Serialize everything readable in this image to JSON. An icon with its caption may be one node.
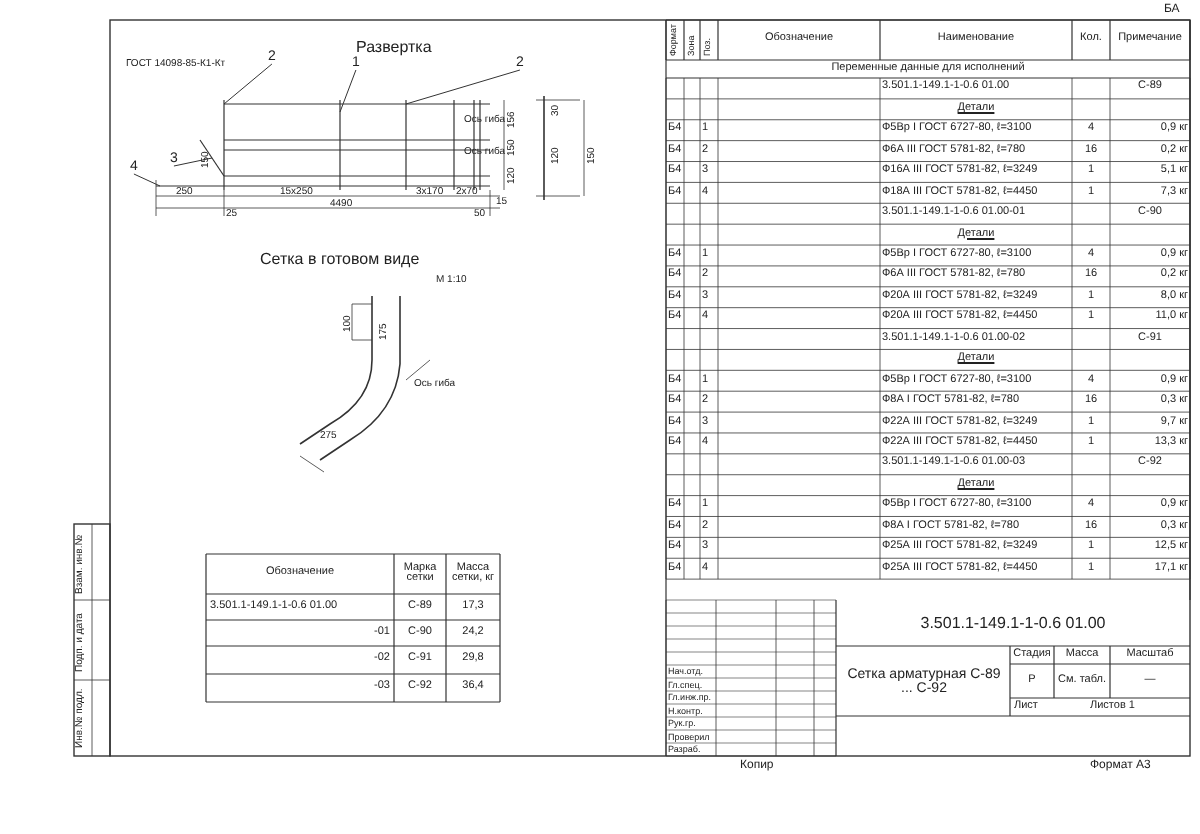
{
  "diagram": {
    "nodes": [
      {
        "text": [
          "2"
        ]
      },
      {
        "text": [
          "1"
        ]
      },
      {
        "text": [
          "2"
        ]
      },
      {
        "text": [
          "3"
        ]
      },
      {
        "text": [
          "4"
        ]
      },
      {
        "text": [],
        "shape": "bar"
      },
      {
        "text": [],
        "shape": "bar"
      },
      {
        "text": [],
        "shape": "bar"
      },
      {
        "text": [],
        "shape": "bar"
      },
      {
        "text": [],
        "shape": "bar"
      }
    ],
    "edges": [
      {
        "from": 0,
        "to": 5,
        "arrow": "none"
      },
      {
        "from": 1,
        "to": 6,
        "arrow": "none"
      },
      {
        "from": 2,
        "to": 7,
        "arrow": "none"
      },
      {
        "from": 3,
        "to": 8,
        "arrow": "none"
      },
      {
        "from": 4,
        "to": 9,
        "arrow": "none"
      }
    ],
    "labels": [
      "Развертка",
      "ГОСТ 14098-85-К1-Кт",
      "250",
      "15х250",
      "3х170",
      "2х70",
      "4490",
      "25",
      "50",
      "15",
      "150",
      "156",
      "150",
      "120",
      "Ось гиба",
      "Ось гиба",
      "30",
      "120",
      "150",
      "Сетка в готовом виде",
      "М 1:10",
      "100",
      "175",
      "275",
      "Ось гиба",
      "Обозначение",
      "Марка сетки",
      "Масса сетки, кг",
      "3.501.1-149.1-1-0.6 01.00",
      "С-89",
      "17,3",
      "-01",
      "С-90",
      "24,2",
      "-02",
      "С-91",
      "29,8",
      "-03",
      "С-92",
      "36,4",
      "Формат",
      "Зона",
      "Поз.",
      "Обозначение",
      "Наименование",
      "Кол.",
      "Примечание",
      "Переменные данные для исполнений",
      "3.501.1-149.1-1-0.6 01.00",
      "С-89",
      "Детали",
      "Б4",
      "1",
      "Ф5Вр I ГОСТ 6727-80, ℓ=3100",
      "4",
      "0,9 кг",
      "Б4",
      "2",
      "Ф6А III ГОСТ 5781-82, ℓ=780",
      "16",
      "0,2 кг",
      "Б4",
      "3",
      "Ф16А III ГОСТ 5781-82, ℓ=3249",
      "1",
      "5,1 кг",
      "Б4",
      "4",
      "Ф18А III ГОСТ 5781-82, ℓ=4450",
      "1",
      "7,3 кг",
      "3.501.1-149.1-1-0.6 01.00-01",
      "С-90",
      "Детали",
      "Б4",
      "1",
      "Ф5Вр I ГОСТ 6727-80, ℓ=3100",
      "4",
      "0,9 кг",
      "Б4",
      "2",
      "Ф6А III ГОСТ 5781-82, ℓ=780",
      "16",
      "0,2 кг",
      "Б4",
      "3",
      "Ф20А III ГОСТ 5781-82, ℓ=3249",
      "1",
      "8,0 кг",
      "Б4",
      "4",
      "Ф20А III ГОСТ 5781-82, ℓ=4450",
      "1",
      "11,0 кг",
      "3.501.1-149.1-1-0.6 01.00-02",
      "С-91",
      "Детали",
      "Б4",
      "1",
      "Ф5Вр I ГОСТ 6727-80, ℓ=3100",
      "4",
      "0,9 кг",
      "Б4",
      "2",
      "Ф8А I ГОСТ 5781-82, ℓ=780",
      "16",
      "0,3 кг",
      "Б4",
      "3",
      "Ф22А III ГОСТ 5781-82, ℓ=3249",
      "1",
      "9,7 кг",
      "Б4",
      "4",
      "Ф22А III ГОСТ 5781-82, ℓ=4450",
      "1",
      "13,3 кг",
      "3.501.1-149.1-1-0.6 01.00-03",
      "С-92",
      "Детали",
      "Б4",
      "1",
      "Ф5Вр I ГОСТ 6727-80, ℓ=3100",
      "4",
      "0,9 кг",
      "Б4",
      "2",
      "Ф8А I ГОСТ 5781-82, ℓ=780",
      "16",
      "0,3 кг",
      "Б4",
      "3",
      "Ф25А III ГОСТ 5781-82, ℓ=3249",
      "1",
      "12,5 кг",
      "Б4",
      "4",
      "Ф25А III ГОСТ 5781-82, ℓ=4450",
      "1",
      "17,1 кг",
      "3.501.1-149.1-1-0.6 01.00",
      "Нач.отд.",
      "Гл.спец.",
      "Гл.инж.пр.",
      "Н.контр.",
      "Рук.гр.",
      "Проверил",
      "Разраб.",
      "Сетка арматурная С-89 ... С-92",
      "Стадия",
      "Масса",
      "Масштаб",
      "Р",
      "См. табл.",
      "—",
      "Лист",
      "Листов 1",
      "Копир",
      "Формат А3",
      "БА",
      "Инв.№ подл.",
      "Подп. и дата",
      "Взам. инв.№"
    ]
  }
}
